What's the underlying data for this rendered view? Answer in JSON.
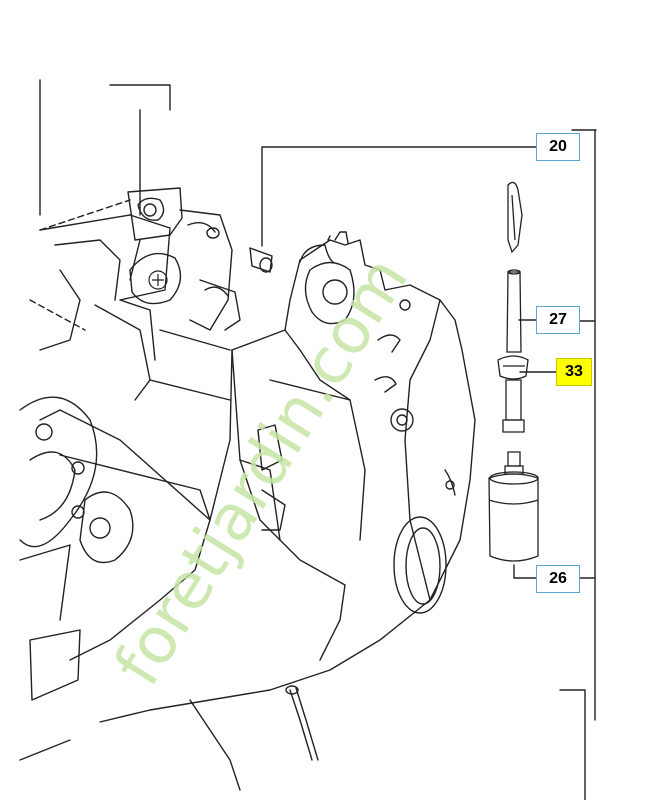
{
  "callouts": {
    "c20": "20",
    "c27": "27",
    "c33": "33",
    "c26": "26"
  },
  "watermark": {
    "text": "foretjardin.com",
    "color": "#c5e4a4",
    "color_dark": "#c9c2b5"
  },
  "colors": {
    "line": "#222222",
    "callout_border": "#5aa6d6",
    "highlight": "#ffff00"
  }
}
